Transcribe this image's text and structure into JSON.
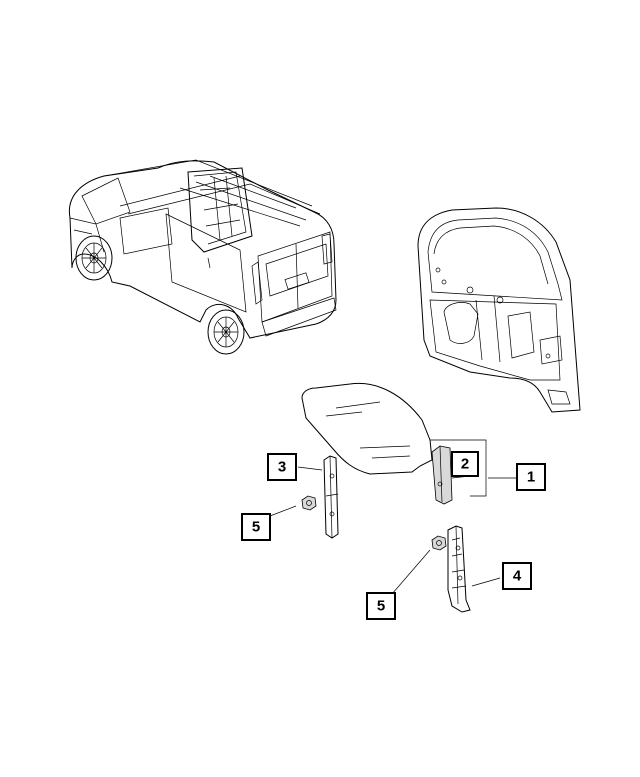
{
  "callouts": {
    "window_regulator_assembly": "1",
    "glass_channel_front": "2",
    "glass_run_rear": "3",
    "regulator_motor_bracket": "4",
    "nut_upper": "5",
    "nut_lower": "5"
  },
  "colors": {
    "line": "#000000",
    "background": "#ffffff",
    "fill_shade": "#d9d9d9"
  }
}
